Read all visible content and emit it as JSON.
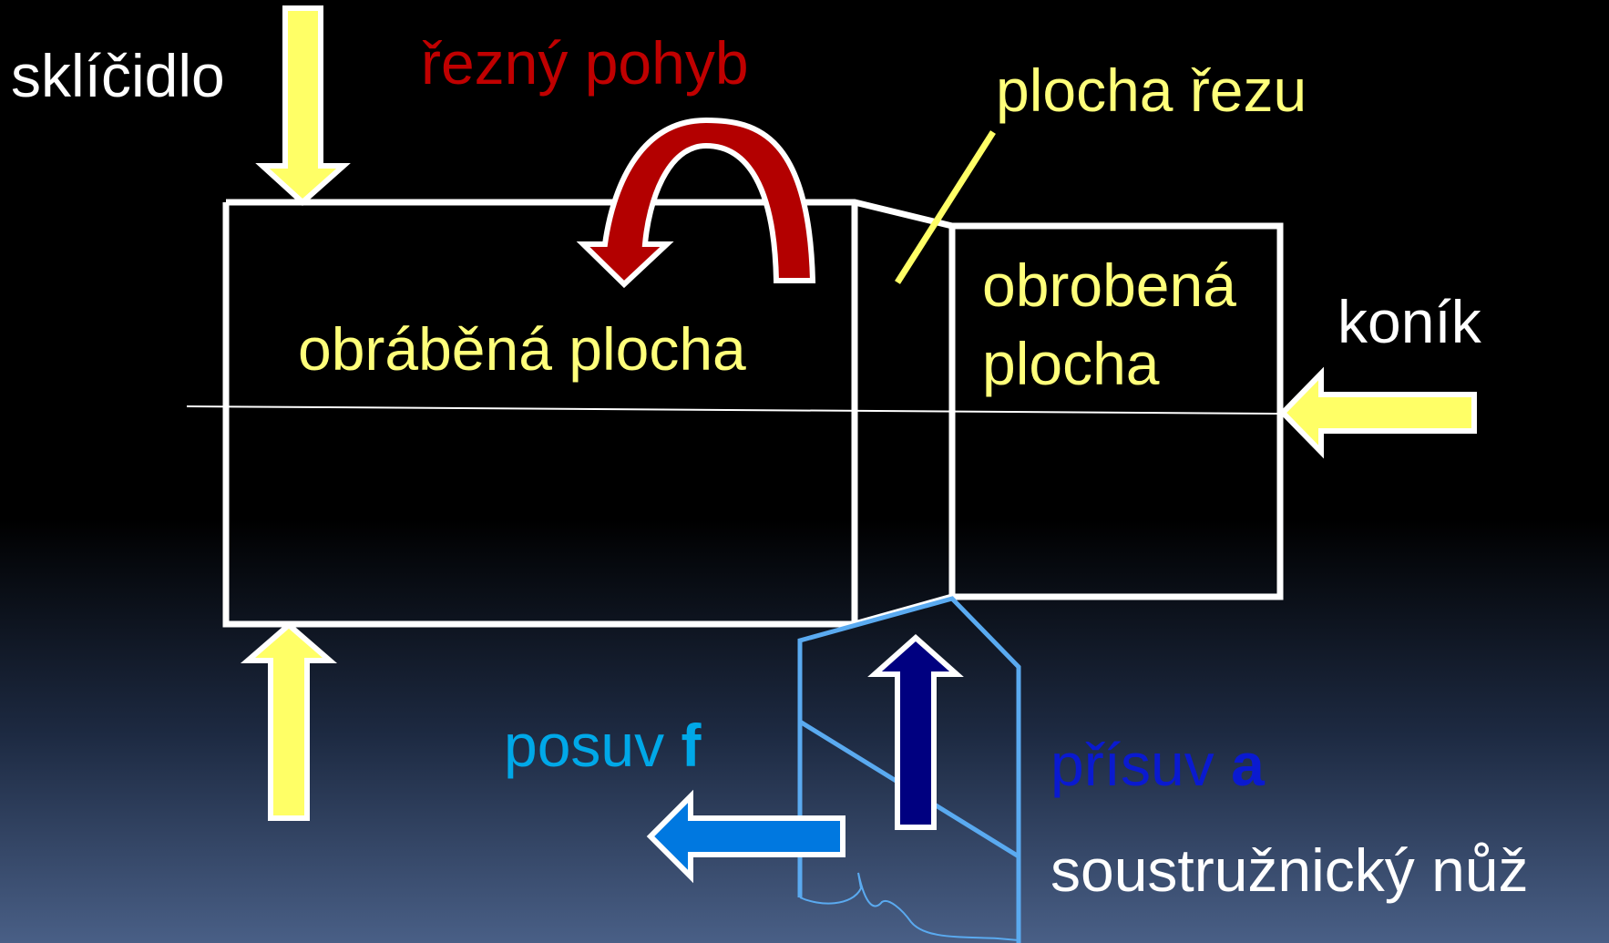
{
  "labels": {
    "chuck": "sklíčidlo",
    "cutting_motion": "řezný pohyb",
    "cut_surface": "plocha řezu",
    "machined_surface": "obráběná plocha",
    "finished_surface_line1": "obrobená",
    "finished_surface_line2": "plocha",
    "tailstock": "koník",
    "feed_text": "posuv ",
    "feed_symbol": "f",
    "infeed_text": "přísuv ",
    "infeed_symbol": "a",
    "tool": "soustružnický nůž"
  },
  "colors": {
    "background_top": "#000000",
    "background_bottom": "#495f86",
    "outline": "#ffffff",
    "label_yellow": "#ffff7a",
    "label_white": "#ffffff",
    "label_red": "#c00000",
    "label_cyan": "#00a8e8",
    "label_navy": "#0a1ad0",
    "arrow_yellow": "#ffff66",
    "arrow_red": "#b30000",
    "arrow_blue": "#0078e0",
    "arrow_navy": "#000080",
    "tool_outline": "#5aaaf0"
  },
  "icons": {
    "chuck_top_arrow": "down-arrow",
    "chuck_bottom_arrow": "up-arrow",
    "tailstock_arrow": "left-arrow",
    "cutting_motion_arrow": "curved-arrow",
    "feed_arrow": "left-arrow",
    "infeed_arrow": "up-arrow"
  }
}
